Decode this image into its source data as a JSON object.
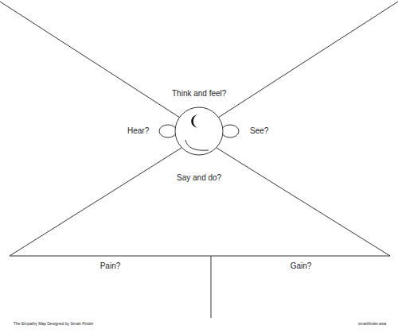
{
  "diagram": {
    "nodes": [
      {
        "text": [
          "Pain?"
        ]
      },
      {
        "text": [
          "Gain?"
        ]
      }
    ],
    "labels": [
      "Think and feel?",
      "Hear?",
      "See?",
      "Say and do?",
      "The Empathy Map Designed by Smart Finder",
      "smartfinder.asia"
    ]
  }
}
